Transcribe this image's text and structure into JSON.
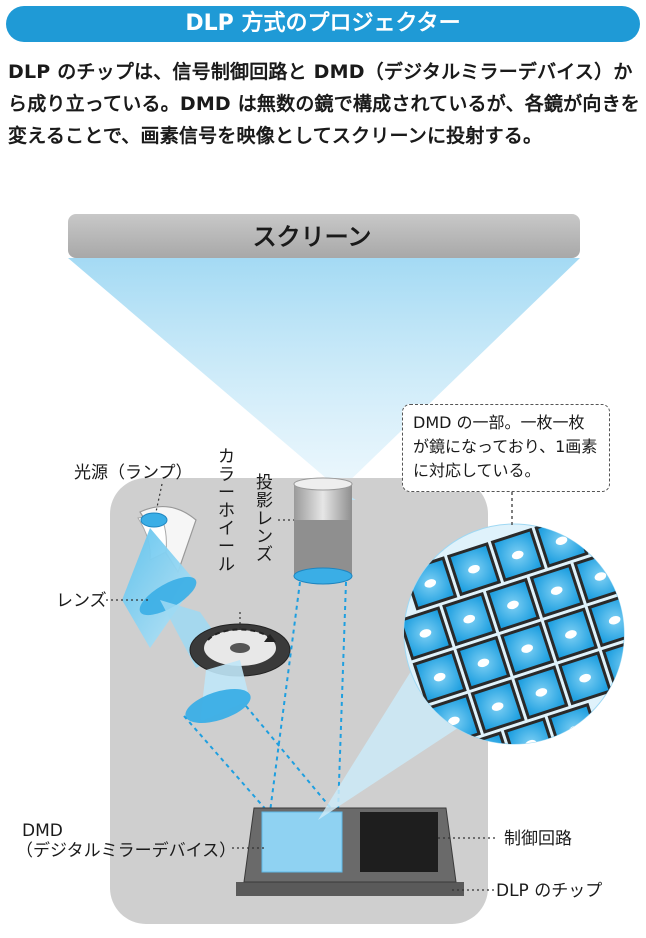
{
  "title": "DLP 方式のプロジェクター",
  "description": "DLP のチップは、信号制御回路と DMD（デジタルミラーデバイス）から成り立っている。DMD は無数の鏡で構成されているが、各鏡が向きを変えることで、画素信号を映像としてスクリーンに投射する。",
  "labels": {
    "screen": "スクリーン",
    "light_source": "光源（ランプ）",
    "color_wheel": "カラーホイール",
    "projection_lens": "投影レンズ",
    "lens": "レンズ",
    "dmd": "DMD",
    "dmd_full": "（デジタルミラーデバイス）",
    "control_circuit": "制御回路",
    "dlp_chip": "DLP のチップ"
  },
  "callout": "DMD の一部。一枚一枚が鏡になっており、1画素に対応している。",
  "colors": {
    "accent": "#1f9ad6",
    "mirror": "#3aaee6",
    "panel": "#cfcfcf"
  }
}
